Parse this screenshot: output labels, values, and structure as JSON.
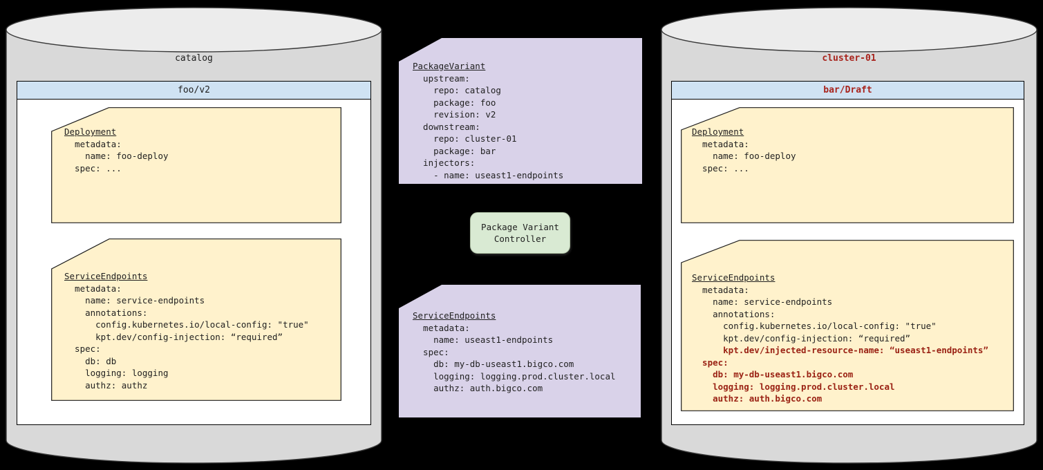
{
  "left_repo": {
    "name": "catalog",
    "package": {
      "header": "foo/v2",
      "docs": [
        {
          "title": "Deployment",
          "body": "  metadata:\n    name: foo-deploy\n  spec: ..."
        },
        {
          "title": "ServiceEndpoints",
          "body": "  metadata:\n    name: service-endpoints\n    annotations:\n      config.kubernetes.io/local-config: \"true\"\n      kpt.dev/config-injection: “required”\n  spec:\n    db: db\n    logging: logging\n    authz: authz"
        }
      ]
    }
  },
  "middle": {
    "package_variant": {
      "title": "PackageVariant",
      "body": "  upstream:\n    repo: catalog\n    package: foo\n    revision: v2\n  downstream:\n    repo: cluster-01\n    package: bar\n  injectors:\n    - name: useast1-endpoints"
    },
    "controller": {
      "label": "Package Variant\nController"
    },
    "injected_resource": {
      "title": "ServiceEndpoints",
      "body": "  metadata:\n    name: useast1-endpoints\n  spec:\n    db: my-db-useast1.bigco.com\n    logging: logging.prod.cluster.local\n    authz: auth.bigco.com"
    }
  },
  "right_repo": {
    "name": "cluster-01",
    "package": {
      "header": "bar/Draft",
      "docs": [
        {
          "title": "Deployment",
          "body": "  metadata:\n    name: foo-deploy\n  spec: ..."
        },
        {
          "title": "ServiceEndpoints",
          "body_black": "  metadata:\n    name: service-endpoints\n    annotations:\n      config.kubernetes.io/local-config: \"true\"\n      kpt.dev/config-injection: “required”",
          "body_red": "      kpt.dev/injected-resource-name: “useast1-endpoints”\n  spec:\n    db: my-db-useast1.bigco.com\n    logging: logging.prod.cluster.local\n    authz: auth.bigco.com"
        }
      ]
    }
  },
  "colors": {
    "background": "#000000",
    "cylinder_body": "#d9d9d9",
    "cylinder_lid": "#ececec",
    "package_header_blue": "#cfe2f3",
    "doc_yellow": "#fff2cc",
    "card_purple": "#d9d2e9",
    "controller_green": "#d9ead3",
    "red_heading": "#a8231c",
    "red_body": "#9a2214",
    "text_black": "#1f1f1f"
  }
}
